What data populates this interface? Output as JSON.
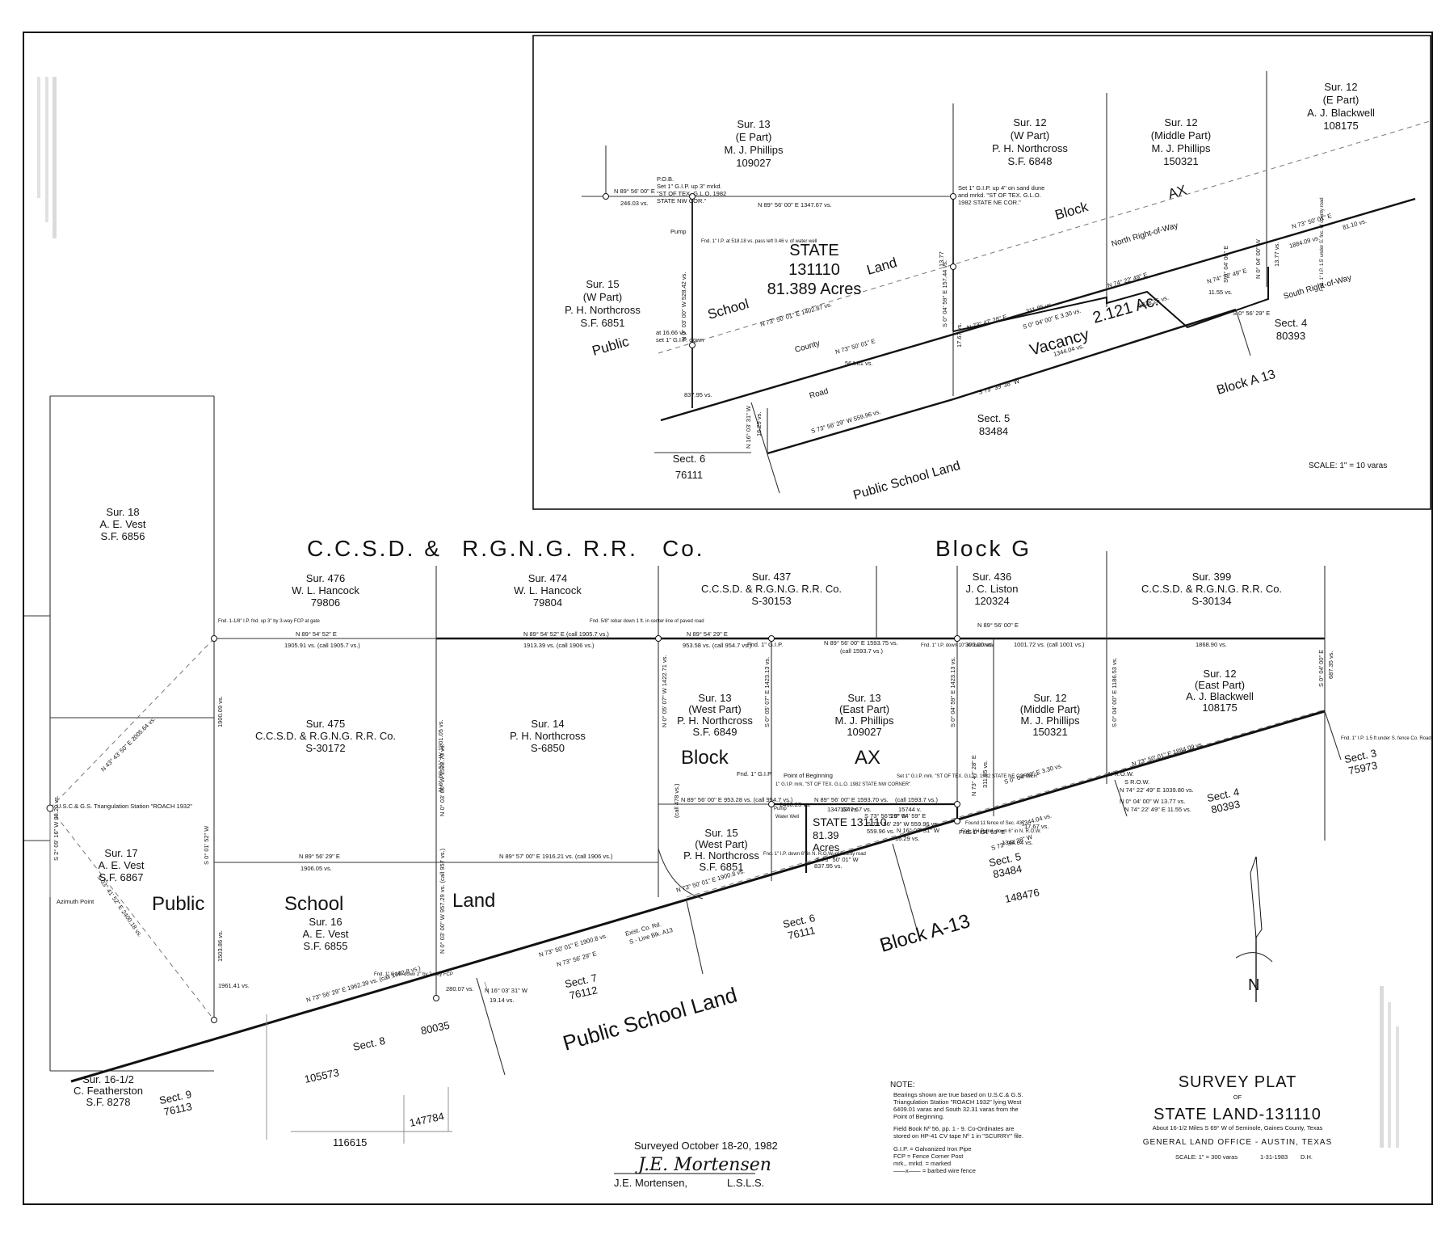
{
  "title": {
    "line1": "SURVEY PLAT",
    "of": "OF",
    "line2": "STATE LAND-131110",
    "location": "About 16-1/2 Miles S 69° W of Seminole, Gaines County, Texas",
    "office": "GENERAL LAND OFFICE - AUSTIN, TEXAS",
    "scale": "SCALE: 1\" = 300 varas",
    "date": "1-31-1983",
    "initials": "D.H."
  },
  "surveyor": {
    "surveyed": "Surveyed October 18-20, 1982",
    "signature": "J.E. Mortensen",
    "name": "J.E. Mortensen,",
    "cred": "L.S.L.S."
  },
  "notes": [
    "NOTE:",
    "Bearings shown are true based on U.S.C.& G.S.",
    "Triangulation Station \"ROACH 1932\" lying West",
    "6409.01 varas and South 32.31 varas from the",
    "Point of Beginning.",
    "Field Book Nº 56, pp. 1 - 9. Co-Ordinates are",
    "stored on HP-41 CV tape Nº 1 in \"SCURRY\" file.",
    "G.I.P. = Galvanized Iron Pipe",
    "FCP = Fence Corner Post",
    "mrk., mrkd. = marked",
    "——x—— = barbed wire fence"
  ],
  "main_labels": {
    "ccsd": "C.C.S.D.  &",
    "rgng": "R.G.N.G.  R.R.",
    "co": "Co.",
    "blockg": "Block   G",
    "public": "Public",
    "school": "School",
    "land": "Land",
    "block_ax_1": "Block",
    "block_ax_2": "AX",
    "block_a13": "Block   A-13",
    "psl": "Public  School  Land",
    "north": "N"
  },
  "surveys": [
    {
      "id": "s18",
      "l1": "Sur. 18",
      "l2": "A. E. Vest",
      "l3": "S.F. 6856"
    },
    {
      "id": "s476",
      "l1": "Sur. 476",
      "l2": "W. L. Hancock",
      "l3": "79806"
    },
    {
      "id": "s474",
      "l1": "Sur. 474",
      "l2": "W. L. Hancock",
      "l3": "79804"
    },
    {
      "id": "s437",
      "l1": "Sur. 437",
      "l2": "C.C.S.D. & R.G.N.G. R.R. Co.",
      "l3": "S-30153"
    },
    {
      "id": "s436",
      "l1": "Sur. 436",
      "l2": "J. C. Liston",
      "l3": "120324"
    },
    {
      "id": "s399",
      "l1": "Sur. 399",
      "l2": "C.C.S.D. & R.G.N.G. R.R. Co.",
      "l3": "S-30134"
    },
    {
      "id": "s475",
      "l1": "Sur. 475",
      "l2": "C.C.S.D. & R.G.N.G. R.R. Co.",
      "l3": "S-30172"
    },
    {
      "id": "s14",
      "l1": "Sur. 14",
      "l2": "P. H. Northcross",
      "l3": "S-6850"
    },
    {
      "id": "s13w",
      "l1": "Sur. 13",
      "l2": "(West Part)",
      "l3": "P. H. Northcross",
      "l4": "S.F. 6849"
    },
    {
      "id": "s13e",
      "l1": "Sur. 13",
      "l2": "(East Part)",
      "l3": "M. J. Phillips",
      "l4": "109027"
    },
    {
      "id": "s12m",
      "l1": "Sur. 12",
      "l2": "(Middle Part)",
      "l3": "M. J. Phillips",
      "l4": "150321"
    },
    {
      "id": "s12e",
      "l1": "Sur. 12",
      "l2": "(East Part)",
      "l3": "A. J. Blackwell",
      "l4": "108175"
    },
    {
      "id": "s17",
      "l1": "Sur. 17",
      "l2": "A. E. Vest",
      "l3": "S.F. 6867"
    },
    {
      "id": "s16",
      "l1": "Sur. 16",
      "l2": "A. E. Vest",
      "l3": "S.F. 6855"
    },
    {
      "id": "s15w",
      "l1": "Sur. 15",
      "l2": "(West Part)",
      "l3": "P. H. Northcross",
      "l4": "S.F. 6851"
    },
    {
      "id": "s16h",
      "l1": "Sur. 16-1/2",
      "l2": "C. Featherston",
      "l3": "S.F. 8278"
    }
  ],
  "sections": [
    {
      "id": "sec9",
      "l1": "Sect. 9",
      "l2": "76113"
    },
    {
      "id": "sec8",
      "l1": "Sect. 8",
      "l2": "80035"
    },
    {
      "id": "sec7",
      "l1": "Sect. 7",
      "l2": "76112"
    },
    {
      "id": "sec6",
      "l1": "Sect. 6",
      "l2": "76111"
    },
    {
      "id": "sec5",
      "l1": "Sect. 5",
      "l2": "83484"
    },
    {
      "id": "sec4",
      "l1": "Sect. 4",
      "l2": "80393"
    },
    {
      "id": "sec3",
      "l1": "Sect. 3",
      "l2": "75973"
    }
  ],
  "numbers": {
    "n105573": "105573",
    "n116615": "116615",
    "n147784": "147784",
    "n148476": "148476"
  },
  "state_main": {
    "l1": "STATE 131110",
    "l2": "81.39",
    "l3": "Acres"
  },
  "calls_main": [
    "N 89° 54' 52\" E",
    "1905.91 vs. (call 1905.7 vs.)",
    "N 89° 54' 52\" E   (call 1905.7 vs.)",
    "1913.39 vs. (call 1906 vs.)",
    "N 89° 54' 29\" E",
    "953.58 vs. (call 954.7 vs.)",
    "N 89° 56' 00\" E  1593.75 vs.",
    "(call 1593.7 vs.)",
    "300.00 vs.",
    "1001.72 vs. (call 1001 vs.)",
    "N 89° 56' 00\" E",
    "1868.90 vs.",
    "N 89° 56' 29\" E",
    "1906.05 vs.",
    "N 89° 57' 00\" E   1916.21 vs. (call 1906 vs.)",
    "N 73° 56' 29\" E   1962.39 vs. (call 1962.8 vs.)",
    "N 73° 50' 01\" E  1900.8 vs.",
    "N 73° 56' 29\" E",
    "N 16° 03' 31\" W",
    "19.14 vs.",
    "N 89° 56' 00\" E  953.28 vs. (call 954.7 vs.)",
    "N 89° 56' 00\" E  1593.70 vs.",
    "(call 1593.7 vs.)",
    "S 73° 56' 29\" W  559.96 vs.",
    "1347.67 vs.",
    "1344.04 vs.",
    "S 0° 04' 59\" E",
    "17.67 vs.",
    "S 0° 04' 00\" E  3.30 vs.",
    "N 74° 22' 49\" E  1039.80 vs.",
    "N 0° 04' 00\" W  13.77 vs.",
    "N 74° 22' 49\" E  11.55 vs.",
    "N 73° 50' 01\" E  1884.09 vs.",
    "S 0° 04' 00\" E",
    "687.35 vs.",
    "N 0° 03' 00\" W  1522.73 vs.",
    "N 0° 05' 07\" W  1422.71 vs.",
    "S 0° 05' 07\" E  1423.13 vs.",
    "S 0° 04' 59\" E  1423.13 vs.",
    "S 0° 04' 00\" E  1186.53 vs.",
    "1900.09 vs.",
    "N 0° 00' 51\" W  1901.05 vs.",
    "S 0° 01' 52\" W",
    "1503.86 vs.",
    "N 0° 03' 00\" W  957.29 vs. (call 957 vs.)",
    "S 2° 09' 16\" W 88.20 vs.",
    "N 43° 43' 50\" E  2005.64 vs.",
    "S 33° 41' 52\" E  2400.18 vs.",
    "U.S.C.& G.S. Triangulation Station \"ROACH 1932\"",
    "Azimuth Point",
    "Fnd. 1-1/8\" I.P. fnd. up 3\" by 3-way FCP at gate",
    "Fnd. 5/8\" rebar down 1 ft. in center line of paved road",
    "Fnd. 1\" G.I.P.",
    "Fnd. 1\" G.I.P. down 2\" by 2-way FCP",
    "Point of Beginning",
    "1\" G.I.P. mrk. \"ST OF TEX. G.L.O. 1982 STATE NW CORNER\"",
    "Set 1\" G.I.P. mrk. \"ST OF TEX. G.L.O. 1982 STATE NE CORNER\"",
    "Fnd. 1\" I.P. down 10\" in road track",
    "Fnd. 1\" I.P. 1.5 ft under S. fence Co. Road",
    "Fnd. 1\" I.P. down 6\" in N. R.O.W. of county road",
    "Fnd. 1\" I.P. fnd. down 6\" in N. R.O.W.",
    "(call 478 vs.)",
    "1347.67 vs.",
    "15744 v.",
    "S 0° 04' 59\" E",
    "S 73° 56' 29\" W",
    "559.96 vs.",
    "N 16° 03' 31\" W",
    "16.29 vs.",
    "S 73° 50' 01\" W",
    "837.95 vs.",
    "S 73° 39' 38\" W",
    "1344.04 vs.",
    "N 73° 47' 28\" E",
    "311.85 vs.",
    "N R.O.W.",
    "S R.O.W.",
    "Pump",
    "Water Well",
    "2460.25 vs.",
    "Found 11 fence of Sec. 437",
    "N 73° 50' 01\" E  1900.8 vs.",
    "Fnd. 1\" I.P.",
    "Fnd. 1\" G.I.P.",
    "Exist. Co. Rd.",
    "S - Line Blk. A13",
    "1961.41 vs.",
    "280.07 vs."
  ],
  "inset": {
    "scale": "SCALE: 1\" = 10 varas",
    "s13e": [
      "Sur. 13",
      "(E Part)",
      "M. J. Phillips",
      "109027"
    ],
    "s12w": [
      "Sur. 12",
      "(W Part)",
      "P. H. Northcross",
      "S.F. 6848"
    ],
    "s12m": [
      "Sur. 12",
      "(Middle Part)",
      "M. J. Phillips",
      "150321"
    ],
    "s12e": [
      "Sur. 12",
      "(E Part)",
      "A. J. Blackwell",
      "108175"
    ],
    "s15w": [
      "Sur. 15",
      "(W Part)",
      "P. H. Northcross",
      "S.F. 6851"
    ],
    "state": [
      "STATE",
      "131110",
      "81.389 Acres"
    ],
    "vacancy": "Vacancy",
    "vacancy_ac": "2.121 Ac.",
    "sec4": [
      "Sect. 4",
      "80393"
    ],
    "sec5": [
      "Sect. 5",
      "83484"
    ],
    "sec6": [
      "Sect. 6",
      "76111"
    ],
    "words": {
      "public": "Public",
      "school": "School",
      "land": "Land",
      "block": "Block",
      "ax": "AX",
      "county": "County",
      "road": "Road",
      "block_a13": "Block   A 13",
      "psl": "Public  School  Land",
      "north_row": "North Right-of-Way",
      "south_row": "South Right-of-Way"
    },
    "calls": [
      "P.O.B.",
      "Set 1\" G.I.P. up 3\" mrkd.",
      "\"ST OF TEX. G.L.O. 1982",
      "STATE NW COR.\"",
      "N 89° 56' 00\" E",
      "246.03 vs.",
      "N 89° 56' 00\" E    1347.67 vs.",
      "Set 1\" G.I.P. up 4\" on sand dune",
      "and mrkd. \"ST OF TEX. G.L.O.",
      "1982 STATE NE COR.\"",
      "N 0° 03' 00\" W   528.42 vs.",
      "S 0° 04' 59\" E   157.44 vs.",
      "Pump",
      "Fnd. 1\" I.P. at 518.18 vs. pass left 0.46 v. of water well",
      "at 16.66 vs.",
      "set 1\" G.I.P. down",
      "N 73° 50' 01\" E    1402.87 vs.",
      "N 73° 47' 28\" E",
      "311.85 vs.",
      "S 0° 04' 00\" E  3.30 vs.",
      "N 74° 22' 49\" E",
      "1028.25 vs.",
      "N 74° 22' 49\" E",
      "11.55 vs.",
      "N 73° 50' 01\" E",
      "81.10 vs.",
      "1884.09 vs.",
      "N 0° 04' 00\" W",
      "13.77 vs.",
      "S 0° 04' 00\" E",
      "S 0° 56' 29\" E",
      "N 73° 50' 01\" E",
      "564.81 vs.",
      "837.95 vs.",
      "N 16° 03' 31\" W",
      "16.29 vs.",
      "S 73° 56' 29\" W   559.96 vs.",
      "S 73° 39' 38\" W",
      "1344.04 vs.",
      "17.67 vs.",
      "13.77",
      "Fnd. 1\" I.P. 1.5' under S. fnc. of county road"
    ]
  }
}
